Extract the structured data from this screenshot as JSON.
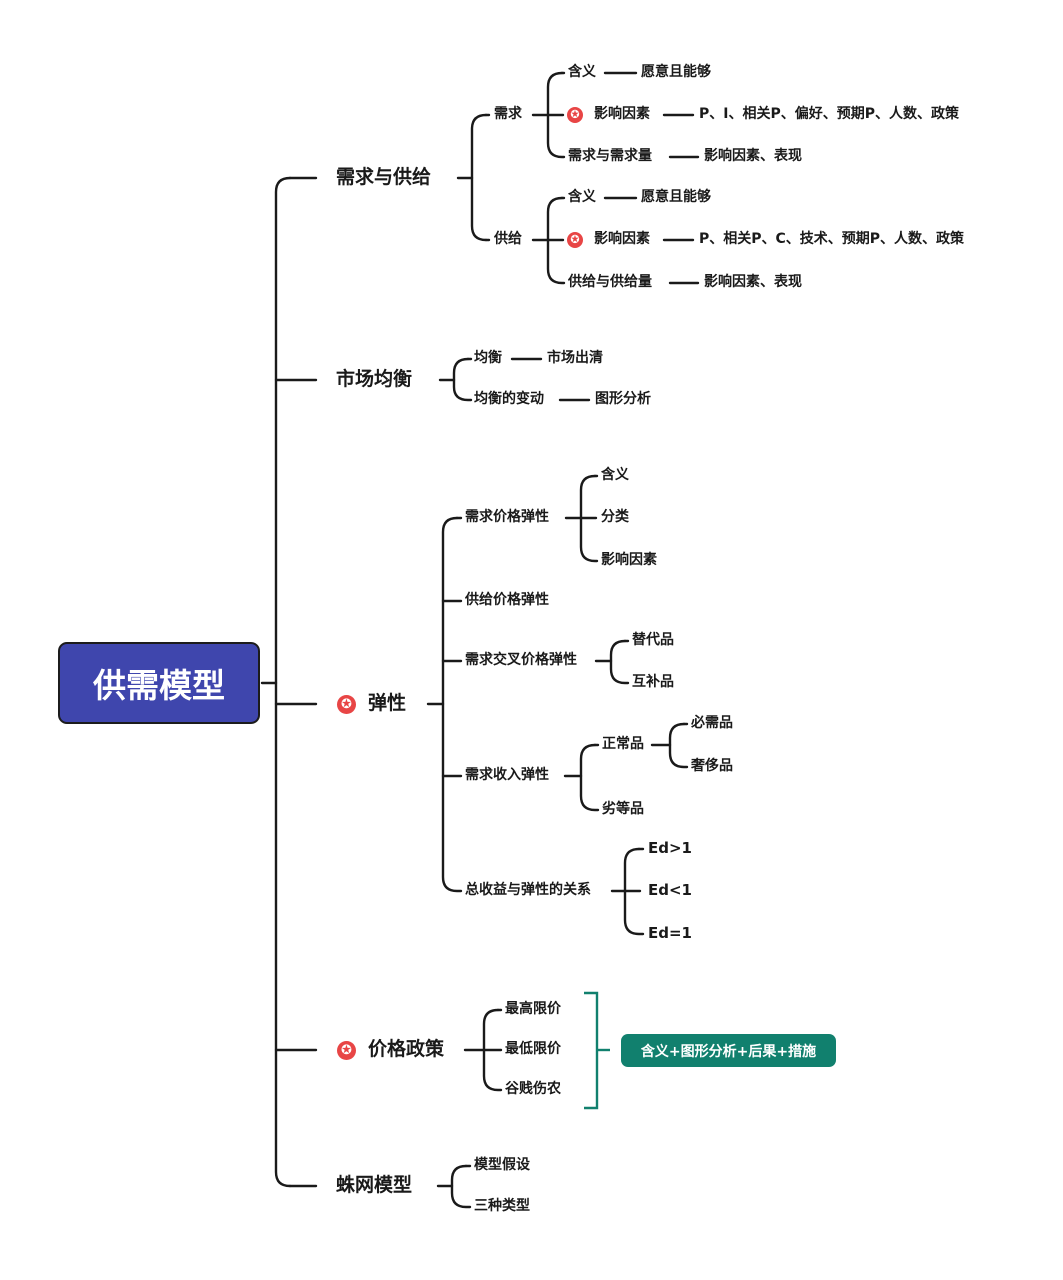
{
  "root": "供需模型",
  "branches": {
    "b1": {
      "label": "需求与供给",
      "demand": {
        "label": "需求",
        "meaning": "含义",
        "meaning_detail": "愿意且能够",
        "factors": "影响因素",
        "factors_detail": "P、I、相关P、偏好、预期P、人数、政策",
        "qty": "需求与需求量",
        "qty_detail": "影响因素、表现"
      },
      "supply": {
        "label": "供给",
        "meaning": "含义",
        "meaning_detail": "愿意且能够",
        "factors": "影响因素",
        "factors_detail": "P、相关P、C、技术、预期P、人数、政策",
        "qty": "供给与供给量",
        "qty_detail": "影响因素、表现"
      }
    },
    "b2": {
      "label": "市场均衡",
      "eq": "均衡",
      "eq_detail": "市场出清",
      "change": "均衡的变动",
      "change_detail": "图形分析"
    },
    "b3": {
      "label": "弹性",
      "ped": {
        "label": "需求价格弹性",
        "c1": "含义",
        "c2": "分类",
        "c3": "影响因素"
      },
      "pes": "供给价格弹性",
      "xed": {
        "label": "需求交叉价格弹性",
        "c1": "替代品",
        "c2": "互补品"
      },
      "yed": {
        "label": "需求收入弹性",
        "normal": "正常品",
        "n1": "必需品",
        "n2": "奢侈品",
        "inferior": "劣等品"
      },
      "rev": {
        "label": "总收益与弹性的关系",
        "c1": "Ed>1",
        "c2": "Ed<1",
        "c3": "Ed=1"
      }
    },
    "b4": {
      "label": "价格政策",
      "c1": "最高限价",
      "c2": "最低限价",
      "c3": "谷贱伤农",
      "note": "含义+图形分析+后果+措施"
    },
    "b5": {
      "label": "蛛网模型",
      "c1": "模型假设",
      "c2": "三种类型"
    }
  },
  "colors": {
    "root_fill": "#3f46ad",
    "star": "#e84545",
    "note_fill": "#11806e"
  },
  "icons": {
    "important": "star-badge-icon"
  }
}
